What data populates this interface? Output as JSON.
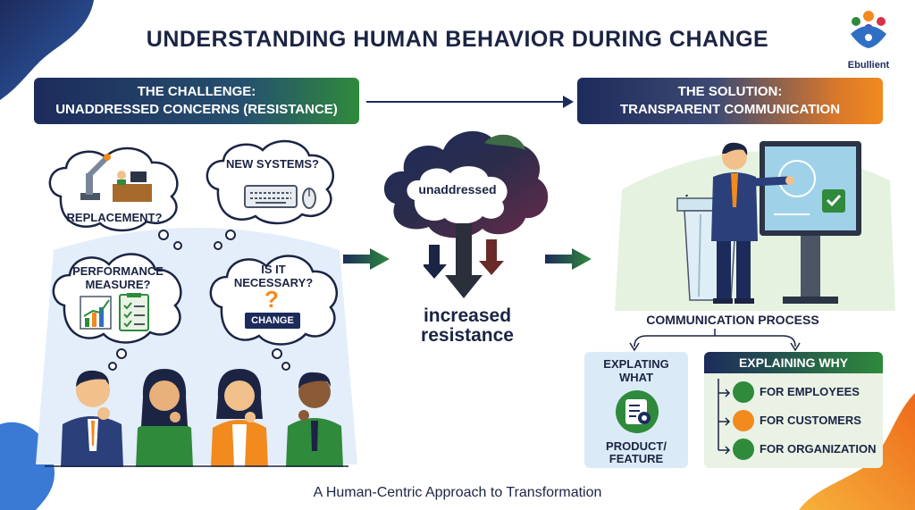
{
  "title": "UNDERSTANDING HUMAN BEHAVIOR DURING CHANGE",
  "logo": {
    "text": "Ebullient"
  },
  "challenge": {
    "line1": "THE CHALLENGE:",
    "line2": "UNADDRESSED CONCERNS (RESISTANCE)"
  },
  "solution": {
    "line1": "THE SOLUTION:",
    "line2": "TRANSPARENT COMMUNICATION"
  },
  "concerns": {
    "replacement": "REPLACEMENT?",
    "new_systems": "NEW SYSTEMS?",
    "performance_1": "PERFORMANCE",
    "performance_2": "MEASURE?",
    "necessary_1": "IS IT",
    "necessary_2": "NECESSARY?",
    "change_badge": "CHANGE"
  },
  "storm": {
    "cloud_label": "unaddressed",
    "result_1": "increased",
    "result_2": "resistance"
  },
  "communication": {
    "process_label": "COMMUNICATION PROCESS",
    "what_title_1": "EXPLATING",
    "what_title_2": "WHAT",
    "what_sub_1": "PRODUCT/",
    "what_sub_2": "FEATURE",
    "why_title": "EXPLAINING WHY",
    "why_items": [
      "FOR EMPLOYEES",
      "FOR CUSTOMERS",
      "FOR ORGANIZATION"
    ]
  },
  "footer": "A Human-Centric Approach to Transformation",
  "colors": {
    "navy": "#1d2b5c",
    "green": "#2f8a3c",
    "orange": "#f28a1e"
  }
}
